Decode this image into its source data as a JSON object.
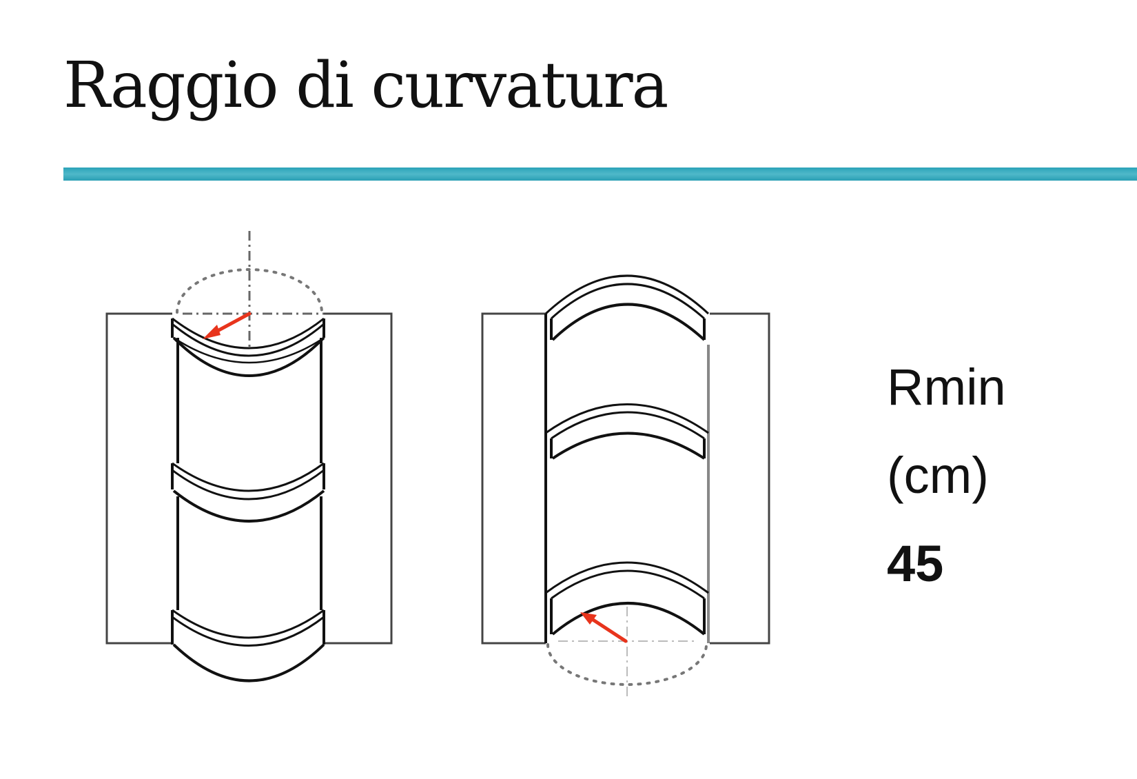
{
  "header": {
    "title": "Raggio di curvatura",
    "rule_color": "#38abbf"
  },
  "diagrams": [
    {
      "id": "convex",
      "label": "convex-curvature-diagram"
    },
    {
      "id": "concave",
      "label": "concave-curvature-diagram"
    }
  ],
  "spec": {
    "label": "Rmin",
    "unit": "(cm)",
    "value": "45"
  },
  "colors": {
    "line": "#111111",
    "radius_arrow": "#e8341c",
    "dotted": "#888888"
  }
}
